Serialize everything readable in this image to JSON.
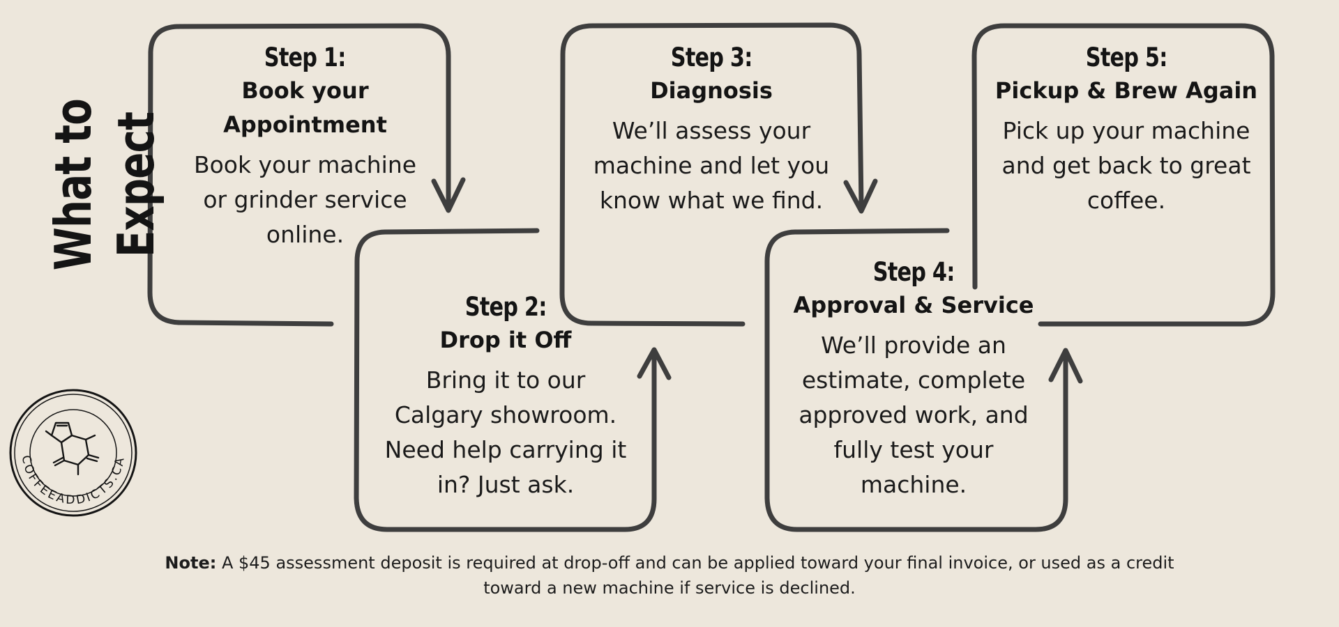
{
  "title": "What to Expect",
  "steps": [
    {
      "number": "Step 1:",
      "title_lines": [
        "Book your",
        "Appointment"
      ],
      "desc_lines": [
        "Book your machine",
        "or grinder service",
        "online."
      ]
    },
    {
      "number": "Step 2:",
      "title_lines": [
        "Drop it Off"
      ],
      "desc_lines": [
        "Bring it to our",
        "Calgary showroom.",
        "Need help carrying it",
        "in? Just ask."
      ]
    },
    {
      "number": "Step 3:",
      "title_lines": [
        "Diagnosis"
      ],
      "desc_lines": [
        "We’ll assess your",
        "machine and let you",
        "know what we find."
      ]
    },
    {
      "number": "Step 4:",
      "title_lines": [
        "Approval & Service"
      ],
      "desc_lines": [
        "We’ll provide an",
        "estimate, complete",
        "approved work, and",
        "fully test your",
        "machine."
      ]
    },
    {
      "number": "Step 5:",
      "title_lines": [
        "Pickup & Brew Again"
      ],
      "desc_lines": [
        "Pick up your machine",
        "and get back to great",
        "coffee."
      ]
    }
  ],
  "note": {
    "label": "Note:",
    "line1": "A $45 assessment deposit is required at drop-off and can be applied toward your final invoice, or used as a credit",
    "line2": "toward a new machine if service is declined."
  },
  "logo": {
    "ring_text": "COFFEEADDICTS.CA",
    "icon": "molecule-icon"
  },
  "colors": {
    "background": "#ede7dc",
    "line": "#3e3e3e",
    "text": "#141414"
  }
}
